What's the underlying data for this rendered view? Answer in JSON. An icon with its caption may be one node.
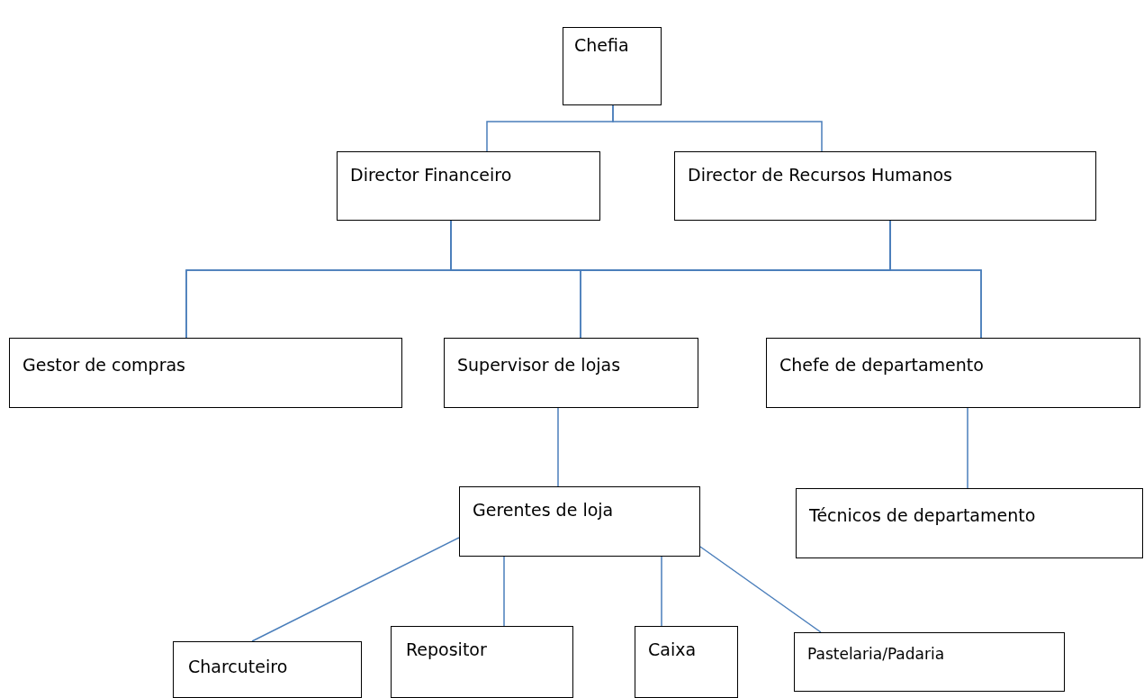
{
  "diagram": {
    "nodes": [
      {
        "text": [
          "Chefia"
        ]
      },
      {
        "text": [
          "Director Financeiro"
        ]
      },
      {
        "text": [
          "Director de Recursos Humanos"
        ]
      },
      {
        "text": [
          "Gestor de compras"
        ]
      },
      {
        "text": [
          "Supervisor de lojas"
        ]
      },
      {
        "text": [
          "Chefe de departamento"
        ]
      },
      {
        "text": [
          "Gerentes de loja"
        ]
      },
      {
        "text": [
          "Técnicos de departamento"
        ]
      },
      {
        "text": [
          "Charcuteiro"
        ]
      },
      {
        "text": [
          "Repositor"
        ]
      },
      {
        "text": [
          "Caixa"
        ]
      },
      {
        "text": [
          "Pastelaria/Padaria"
        ]
      }
    ],
    "edges": [
      {
        "from": 0,
        "to": 1,
        "arrow": "none"
      },
      {
        "from": 0,
        "to": 2,
        "arrow": "none"
      },
      {
        "from": 1,
        "to": 3,
        "arrow": "none"
      },
      {
        "from": 1,
        "to": 4,
        "arrow": "none"
      },
      {
        "from": 1,
        "to": 5,
        "arrow": "none"
      },
      {
        "from": 2,
        "to": 3,
        "arrow": "none"
      },
      {
        "from": 2,
        "to": 4,
        "arrow": "none"
      },
      {
        "from": 2,
        "to": 5,
        "arrow": "none"
      },
      {
        "from": 4,
        "to": 6,
        "arrow": "none"
      },
      {
        "from": 5,
        "to": 7,
        "arrow": "none"
      },
      {
        "from": 6,
        "to": 8,
        "arrow": "none"
      },
      {
        "from": 6,
        "to": 9,
        "arrow": "none"
      },
      {
        "from": 6,
        "to": 10,
        "arrow": "none"
      },
      {
        "from": 6,
        "to": 11,
        "arrow": "none"
      }
    ]
  }
}
